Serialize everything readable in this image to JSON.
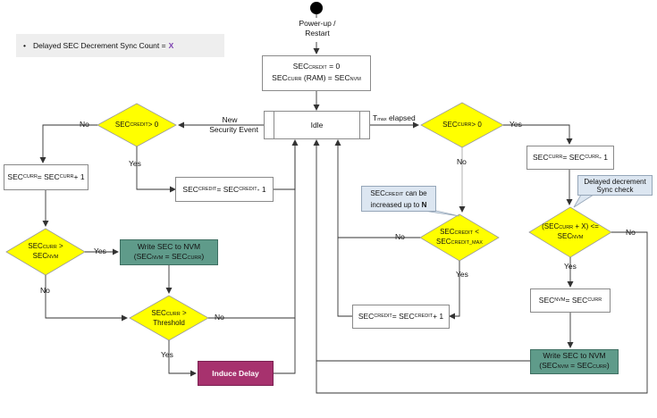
{
  "note": {
    "text": "Delayed SEC Decrement Sync Count =",
    "value": "X"
  },
  "start": {
    "label_line1": "Power-up /",
    "label_line2": "Restart"
  },
  "init": {
    "l1_a": "SEC",
    "l1_sub": "CREDIT",
    "l1_b": " = 0",
    "l2_a": "SEC",
    "l2_sub": "CURR",
    "l2_b": " (RAM) = SEC",
    "l2_sub2": "NVM"
  },
  "idle": {
    "label": "Idle"
  },
  "event_new": {
    "line1": "New",
    "line2": "Security Event"
  },
  "tmax": {
    "a": "T",
    "sub": "max",
    "b": " elapsed"
  },
  "d_credit_gt0": {
    "a": "SEC",
    "sub": "CREDIT",
    "b": " > 0"
  },
  "inc_curr": {
    "a": "SEC",
    "sub": "CURR",
    "b": " = SEC",
    "sub2": "CURR",
    "c": " + 1"
  },
  "dec_credit": {
    "a": "SEC",
    "sub": "CREDIT",
    "b": " = SEC",
    "sub2": "CREDIT",
    "c": " - 1"
  },
  "d_curr_gt_nvm": {
    "a": "SEC",
    "sub": "CURR",
    "b": " >",
    "c": "SEC",
    "sub2": "NVM"
  },
  "write_nvm_left": {
    "line1": "Write SEC to NVM",
    "a": "(SEC",
    "sub": "NVM",
    "b": " = SEC",
    "sub2": "CURR",
    "c": ")"
  },
  "d_threshold": {
    "a": "SEC",
    "sub": "CURR",
    "b": " >",
    "c": "Threshold"
  },
  "induce": {
    "label": "Induce Delay"
  },
  "d_curr_gt0": {
    "a": "SEC",
    "sub": "CURR",
    "b": " > 0"
  },
  "dec_curr": {
    "a": "SEC",
    "sub": "CURR",
    "b": " = SEC",
    "sub2": "CURR",
    "c": " - 1"
  },
  "callout_credit": {
    "a": "SEC",
    "sub": "CREDIT",
    "b": " can be",
    "line2": "increased up to",
    "n": "N"
  },
  "callout_delay": {
    "line1": "Delayed decrement",
    "line2": "Sync check"
  },
  "d_credit_lt_max": {
    "a": "SEC",
    "sub": "CREDIT",
    "b": " <",
    "c": "SEC",
    "sub2": "CREDIT_MAX"
  },
  "inc_credit": {
    "a": "SEC",
    "sub": "CREDIT",
    "b": " = SEC",
    "sub2": "CREDIT",
    "c": " + 1"
  },
  "d_sync": {
    "a": "(SEC",
    "sub": "CURR",
    "b": " + X) <=",
    "c": "SEC",
    "sub2": "NVM"
  },
  "set_nvm": {
    "a": "SEC",
    "sub": "NVM",
    "b": " = SEC",
    "sub2": "CURR"
  },
  "write_nvm_right": {
    "line1": "Write SEC to NVM",
    "a": "(SEC",
    "sub": "NVM",
    "b": " = SEC",
    "sub2": "CURR",
    "c": ")"
  },
  "labels": {
    "yes": "Yes",
    "no": "No"
  },
  "colors": {
    "diamond": "#ffff00",
    "green": "#5f9b8a",
    "magenta": "#a7326e",
    "callout": "#dce6f1"
  }
}
